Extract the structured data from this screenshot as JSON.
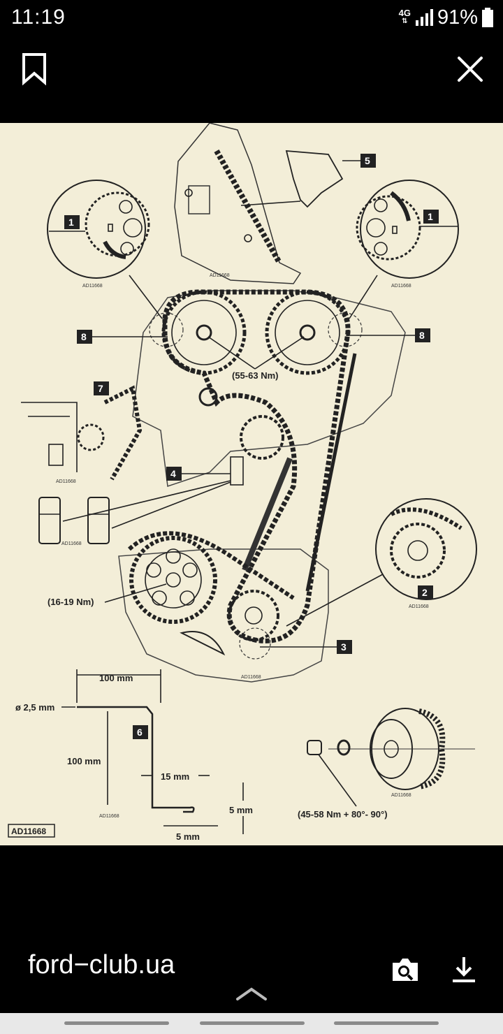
{
  "status_bar": {
    "time": "11:19",
    "network": "4G",
    "battery": "91%"
  },
  "toolbar": {
    "bookmark_icon": "bookmark-outline-icon",
    "close_icon": "close-x-icon"
  },
  "diagram": {
    "callouts": [
      "1",
      "1",
      "2",
      "3",
      "4",
      "5",
      "6",
      "7",
      "8",
      "8"
    ],
    "labels": {
      "cam_torque": "(55-63 Nm)",
      "crank_torque": "(16-19 Nm)",
      "pulley_torque": "(45-58 Nm + 80°- 90°)",
      "dim_top": "100 mm",
      "dim_diameter": "ø 2,5 mm",
      "dim_side": "100 mm",
      "dim_15": "15 mm",
      "dim_5v": "5 mm",
      "dim_5h": "5 mm",
      "figure_code": "AD11668",
      "small_code": "AD11668"
    }
  },
  "bottom_bar": {
    "source": "ford−club.ua",
    "lens_icon": "visual-search-icon",
    "download_icon": "download-icon",
    "expand_icon": "chevron-up-icon"
  },
  "colors": {
    "background": "#000000",
    "diagram_paper": "#f3eed8",
    "nav_bar": "#e8e8e8"
  }
}
